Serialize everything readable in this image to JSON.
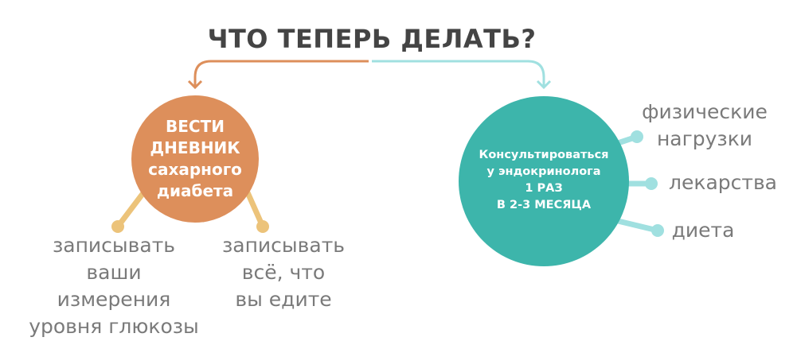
{
  "title": "ЧТО ТЕПЕРЬ ДЕЛАТЬ?",
  "colors": {
    "orange": "#dd8f5b",
    "teal": "#3db5ab",
    "light_teal": "#a0e0e0",
    "yellow": "#ecc37a",
    "text": "#7a7a7a"
  },
  "left": {
    "circle_lines": [
      "ВЕСТИ",
      "ДНЕВНИК",
      "сахарного",
      "диабета"
    ],
    "branches": [
      [
        "записывать",
        "ваши",
        "измерения",
        "уровня глюкозы"
      ],
      [
        "записывать",
        "всё, что",
        "вы едите"
      ]
    ]
  },
  "right": {
    "circle_lines": [
      "Консультироваться",
      "у эндокринолога",
      "1 РАЗ",
      "В 2-3 МЕСЯЦА"
    ],
    "branches": [
      [
        "физические",
        "нагрузки"
      ],
      [
        "лекарства"
      ],
      [
        "диета"
      ]
    ]
  }
}
